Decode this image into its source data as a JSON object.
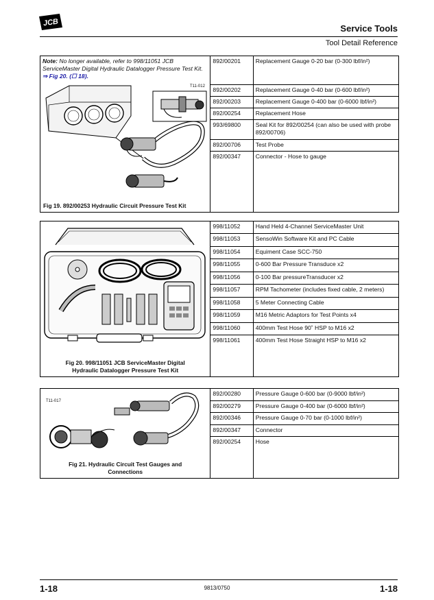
{
  "header": {
    "logo_text": "JCB",
    "title": "Service Tools",
    "subtitle": "Tool Detail Reference"
  },
  "section1": {
    "note_label": "Note:",
    "note_text": "No longer available, refer to 998/11051 JCB ServiceMaster Digital Hydraulic Datalogger Pressure Test Kit.",
    "note_link": "⇒ Fig 20. (☐ 18).",
    "fig_ref": "T11-012",
    "caption": "Fig 19. 892/00253 Hydraulic Circuit Pressure Test Kit",
    "rows": [
      {
        "code": "892/00201",
        "desc": "Replacement Gauge 0-20 bar (0-300 lbf/in²)"
      },
      {
        "code": "892/00202",
        "desc": "Replacement Gauge 0-40 bar (0-600 lbf/in²)"
      },
      {
        "code": "892/00203",
        "desc": "Replacement Gauge 0-400 bar (0-6000 lbf/in²)"
      },
      {
        "code": "892/00254",
        "desc": "Replacement Hose"
      },
      {
        "code": "993/69800",
        "desc": "Seal Kit for 892/00254 (can also be used with probe 892/00706)"
      },
      {
        "code": "892/00706",
        "desc": "Test Probe"
      },
      {
        "code": "892/00347",
        "desc": "Connector - Hose to gauge"
      }
    ]
  },
  "section2": {
    "caption_line1": "Fig 20. 998/11051 JCB ServiceMaster Digital",
    "caption_line2": "Hydraulic Datalogger Pressure Test Kit",
    "rows": [
      {
        "code": "998/11052",
        "desc": "Hand Held 4-Channel ServiceMaster Unit"
      },
      {
        "code": "998/11053",
        "desc": "SensoWin Software Kit and PC Cable"
      },
      {
        "code": "998/11054",
        "desc": "Equiment Case SCC-750"
      },
      {
        "code": "998/11055",
        "desc": "0-600 Bar Pressure Transduce x2"
      },
      {
        "code": "998/11056",
        "desc": "0-100 Bar pressureTransducer x2"
      },
      {
        "code": "998/11057",
        "desc": "RPM Tachometer (includes fixed cable, 2 meters)"
      },
      {
        "code": "998/11058",
        "desc": "5 Meter Connecting Cable"
      },
      {
        "code": "998/11059",
        "desc": "M16 Metric Adaptors for Test Points x4"
      },
      {
        "code": "998/11060",
        "desc": "400mm Test Hose 90˚ HSP to M16 x2"
      },
      {
        "code": "998/11061",
        "desc": "400mm Test Hose Straight HSP to M16 x2"
      }
    ]
  },
  "section3": {
    "fig_ref": "T11-017",
    "caption_line1": "Fig 21. Hydraulic Circuit Test Gauges and",
    "caption_line2": "Connections",
    "rows": [
      {
        "code": "892/00280",
        "desc": "Pressure Gauge 0-600 bar (0-9000 lbf/in²)"
      },
      {
        "code": "892/00279",
        "desc": "Pressure Gauge 0-400 bar (0-6000 lbf/in²)"
      },
      {
        "code": "892/00346",
        "desc": "Pressure Gauge 0-70 bar (0-1000 lbf/in²)"
      },
      {
        "code": "892/00347",
        "desc": "Connector"
      },
      {
        "code": "892/00254",
        "desc": "Hose"
      }
    ]
  },
  "footer": {
    "page_left": "1-18",
    "doc_number": "9813/0750",
    "page_right": "1-18"
  }
}
